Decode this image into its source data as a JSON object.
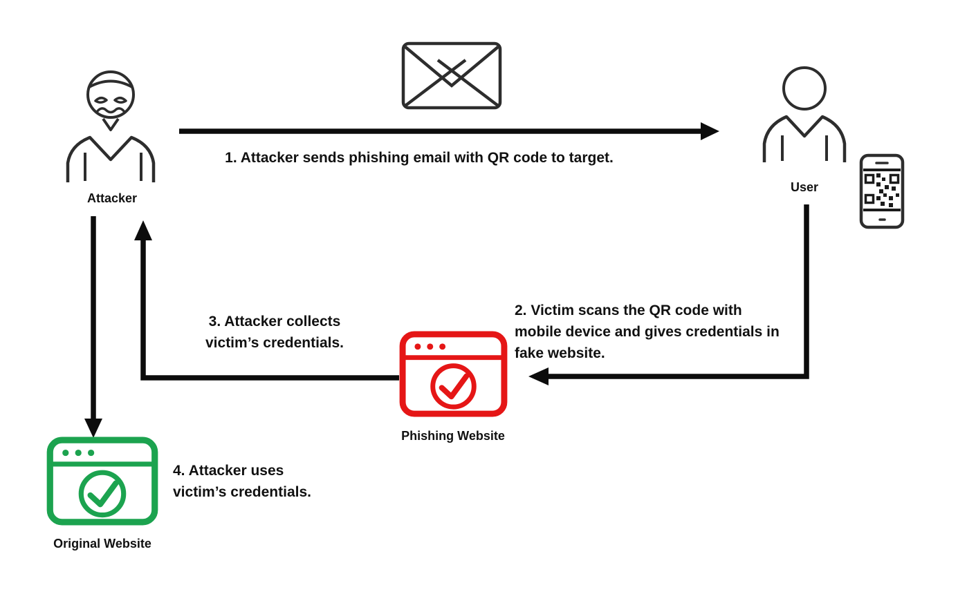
{
  "diagram": {
    "type": "flow-diagram",
    "topic": "QR code phishing (quishing) attack flow",
    "colors": {
      "background": "#ffffff",
      "arrow_black": "#0c0c0c",
      "icon_stroke": "#2d2d2d",
      "phishing_red": "#e51616",
      "original_green": "#1ca34f",
      "text": "#111111"
    },
    "actors": {
      "attacker": {
        "label": "Attacker",
        "icon": "masked-attacker-icon"
      },
      "user": {
        "label": "User",
        "icon": "user-icon"
      },
      "email": {
        "icon": "email-envelope-icon"
      },
      "phone": {
        "icon": "smartphone-qr-code-icon"
      },
      "phishing_website": {
        "label": "Phishing Website",
        "icon": "browser-check-icon-red"
      },
      "original_website": {
        "label": "Original Website",
        "icon": "browser-check-icon-green"
      }
    },
    "steps": {
      "step1": "1. Attacker sends phishing email with QR code to target.",
      "step2": "2. Victim scans the QR code with mobile device and gives credentials in fake website.",
      "step3": "3. Attacker collects victim’s credentials.",
      "step4": "4. Attacker uses victim’s credentials."
    },
    "arrows": [
      {
        "name": "arrow-step1",
        "from": "attacker",
        "to": "user",
        "direction": "right"
      },
      {
        "name": "arrow-step2",
        "from": "user",
        "to": "phishing_website",
        "direction": "down-then-left"
      },
      {
        "name": "arrow-step3",
        "from": "phishing_website",
        "to": "attacker",
        "direction": "left-then-up"
      },
      {
        "name": "arrow-step4",
        "from": "attacker",
        "to": "original_website",
        "direction": "down"
      }
    ]
  }
}
